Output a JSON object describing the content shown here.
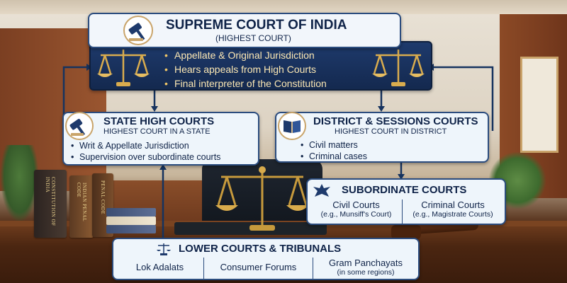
{
  "supreme": {
    "title": "SUPREME COURT OF INDIA",
    "subtitle": "(HIGHEST COURT)",
    "points": [
      "Appellate & Original Jurisdiction",
      "Hears appeals from High Courts",
      "Final interpreter of the Constitution"
    ]
  },
  "high_courts": {
    "title": "STATE HIGH COURTS",
    "subtitle": "HIGHEST COURT IN A STATE",
    "points": [
      "Writ & Appellate Jurisdiction",
      "Supervision over subordinate courts"
    ]
  },
  "district_courts": {
    "title": "DISTRICT & SESSIONS COURTS",
    "subtitle": "HIGHEST COURT IN DISTRICT",
    "points": [
      "Civil matters",
      "Criminal cases"
    ]
  },
  "subordinate": {
    "title": "SUBORDINATE COURTS",
    "civil": {
      "title": "Civil Courts",
      "example": "(e.g., Munsiff's Court)"
    },
    "criminal": {
      "title": "Criminal Courts",
      "example": "(e.g., Magistrate Courts)"
    }
  },
  "lower": {
    "title": "LOWER COURTS & TRIBUNALS",
    "items": [
      "Lok Adalats",
      "Consumer Forums"
    ],
    "panchayat": {
      "name": "Gram Panchayats",
      "note": "(in some regions)"
    }
  },
  "books": {
    "constitution": "CONSTITUTION OF INDIA",
    "penal": "INDIAN PENAL CODE",
    "code": "PENAL CODE"
  },
  "colors": {
    "navy": "#1e3a6c",
    "gold": "#c9a46a",
    "card_bg": "#eef5fb",
    "text": "#0f2348"
  },
  "icons": [
    "gavel-icon",
    "scales-icon",
    "book-icon",
    "emblem-icon"
  ]
}
